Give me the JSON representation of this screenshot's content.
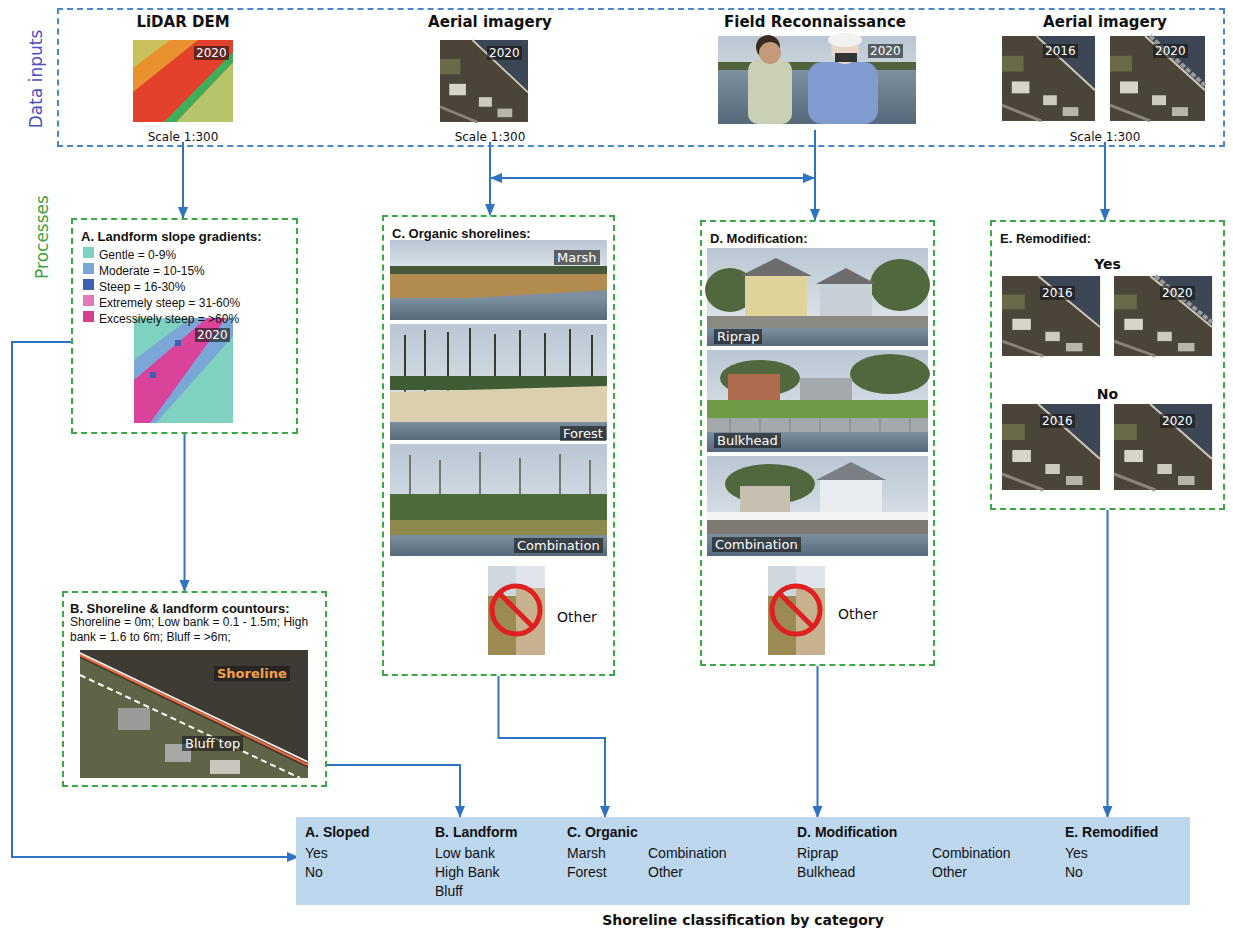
{
  "diagram": {
    "nodes": [
      {
        "text": [
          "Data inputs"
        ]
      },
      {
        "text": [
          "LiDAR DEM",
          "2020",
          "Scale 1:300"
        ],
        "in": 0
      },
      {
        "text": [
          "Aerial imagery",
          "2020",
          "Scale 1:300"
        ],
        "in": 0
      },
      {
        "text": [
          "Field Reconnaissance",
          "2020"
        ],
        "in": 0
      },
      {
        "text": [
          "Aerial imagery",
          "2016",
          "2020",
          "Scale 1:300"
        ],
        "in": 0
      },
      {
        "text": [
          "A. Landform slope gradients:",
          "2020"
        ]
      },
      {
        "text": [
          "B. Shoreline & landform countours:",
          "Shoreline = 0m; Low bank = 0.1 - 1.5m; High bank = 1.6 to 6m; Bluff = >6m;",
          "Shoreline",
          "Bluff top"
        ]
      },
      {
        "text": [
          "C. Organic shorelines:",
          "Marsh",
          "Forest",
          "Combination",
          "Other"
        ]
      },
      {
        "text": [
          "D. Modification:",
          "Riprap",
          "Bulkhead",
          "Combination",
          "Other"
        ]
      },
      {
        "text": [
          "E. Remodified:",
          "Yes",
          "2016",
          "2020",
          "No",
          "2016",
          "2020"
        ]
      },
      {
        "text": [
          "Shoreline classification by category"
        ]
      },
      {
        "text": [
          "A. Sloped",
          "Yes",
          "No"
        ],
        "in": 10
      },
      {
        "text": [
          "B. Landform",
          "Low bank",
          "High Bank",
          "Bluff"
        ],
        "in": 10
      },
      {
        "text": [
          "C. Organic",
          "Marsh",
          "Combination",
          "Forest",
          "Other"
        ],
        "in": 10
      },
      {
        "text": [
          "D. Modification",
          "Riprap",
          "Combination",
          "Bulkhead",
          "Other"
        ],
        "in": 10
      },
      {
        "text": [
          "E. Remodified",
          "Yes",
          "No"
        ],
        "in": 10
      }
    ],
    "edges": [
      {
        "from": 1,
        "to": 5,
        "arrow": "to"
      },
      {
        "from": 2,
        "to": 7,
        "arrow": "to"
      },
      {
        "from": 3,
        "to": 8,
        "arrow": "to"
      },
      {
        "from": 2,
        "to": 3,
        "arrow": "both"
      },
      {
        "from": 4,
        "to": 9,
        "arrow": "to"
      },
      {
        "from": 5,
        "to": 6,
        "arrow": "to"
      },
      {
        "from": 5,
        "to": 11,
        "arrow": "to"
      },
      {
        "from": 6,
        "to": 12,
        "arrow": "to"
      },
      {
        "from": 7,
        "to": 13,
        "arrow": "to"
      },
      {
        "from": 8,
        "to": 14,
        "arrow": "to"
      },
      {
        "from": 9,
        "to": 15,
        "arrow": "to"
      }
    ],
    "labels": [
      "Processes"
    ],
    "legend": [
      {
        "text": "Gentle = 0-9%",
        "color": "#7fd1c0"
      },
      {
        "text": "Moderate = 10-15%",
        "color": "#7aa6d8"
      },
      {
        "text": "Steep = 16-30%",
        "color": "#3f5fb0"
      },
      {
        "text": "Extremely steep = 31-60%",
        "color": "#e07ab8"
      },
      {
        "text": "Excessively steep = >60%",
        "color": "#d63f8f"
      }
    ]
  }
}
